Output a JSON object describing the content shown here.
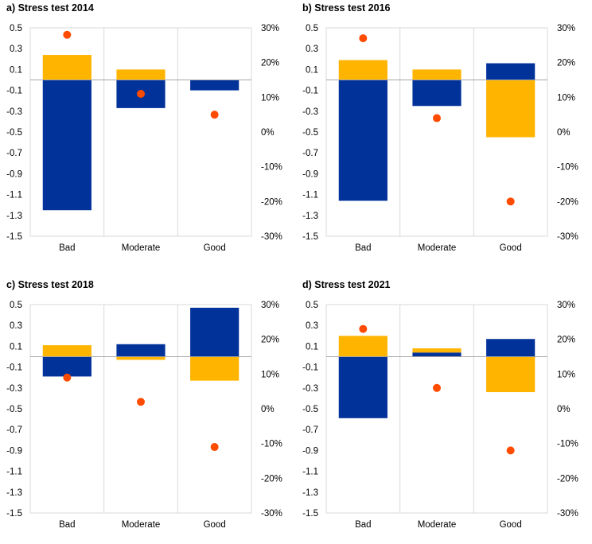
{
  "colors": {
    "blue": "#003299",
    "yellow": "#FFB400",
    "dot": "#FF4B00",
    "grid": "#d9d9d9",
    "zero": "#a6a6a6"
  },
  "chart_data": [
    {
      "type": "bar",
      "title": "a) Stress test 2014",
      "categories": [
        "Bad",
        "Moderate",
        "Good"
      ],
      "left_ticks": [
        "0.5",
        "0.3",
        "0.1",
        "-0.1",
        "-0.3",
        "-0.5",
        "-0.7",
        "-0.9",
        "-1.1",
        "-1.3",
        "-1.5"
      ],
      "right_ticks": [
        "30%",
        "20%",
        "10%",
        "0%",
        "-10%",
        "-20%",
        "-30%"
      ],
      "ylim": [
        -1.5,
        0.5
      ],
      "y2lim": [
        -30,
        30
      ],
      "series": [
        {
          "color": "blue",
          "values": [
            -1.25,
            -0.27,
            -0.1
          ]
        },
        {
          "color": "yellow",
          "values": [
            0.24,
            0.1,
            0.0
          ]
        }
      ],
      "dots": [
        28,
        11,
        5
      ]
    },
    {
      "type": "bar",
      "title": "b) Stress test 2016",
      "categories": [
        "Bad",
        "Moderate",
        "Good"
      ],
      "left_ticks": [
        "0.5",
        "0.3",
        "0.1",
        "-0.1",
        "-0.3",
        "-0.5",
        "-0.7",
        "-0.9",
        "-1.1",
        "-1.3",
        "-1.5"
      ],
      "right_ticks": [
        "30%",
        "20%",
        "10%",
        "0%",
        "-10%",
        "-20%",
        "-30%"
      ],
      "ylim": [
        -1.5,
        0.5
      ],
      "y2lim": [
        -30,
        30
      ],
      "series": [
        {
          "color": "blue",
          "values": [
            -1.16,
            -0.25,
            0.16
          ]
        },
        {
          "color": "yellow",
          "values": [
            0.19,
            0.1,
            -0.55
          ]
        }
      ],
      "dots": [
        27,
        4,
        -20
      ]
    },
    {
      "type": "bar",
      "title": "c) Stress test 2018",
      "categories": [
        "Bad",
        "Moderate",
        "Good"
      ],
      "left_ticks": [
        "0.5",
        "0.3",
        "0.1",
        "-0.1",
        "-0.3",
        "-0.5",
        "-0.7",
        "-0.9",
        "-1.1",
        "-1.3",
        "-1.5"
      ],
      "right_ticks": [
        "30%",
        "20%",
        "10%",
        "0%",
        "-10%",
        "-20%",
        "-30%"
      ],
      "ylim": [
        -1.5,
        0.5
      ],
      "y2lim": [
        -30,
        30
      ],
      "series": [
        {
          "color": "blue",
          "values": [
            -0.19,
            0.12,
            0.47
          ]
        },
        {
          "color": "yellow",
          "values": [
            0.11,
            -0.03,
            -0.23
          ]
        }
      ],
      "dots": [
        9,
        2,
        -11
      ]
    },
    {
      "type": "bar",
      "title": "d) Stress test 2021",
      "categories": [
        "Bad",
        "Moderate",
        "Good"
      ],
      "left_ticks": [
        "0.5",
        "0.3",
        "0.1",
        "-0.1",
        "-0.3",
        "-0.5",
        "-0.7",
        "-0.9",
        "-1.1",
        "-1.3",
        "-1.5"
      ],
      "right_ticks": [
        "30%",
        "20%",
        "10%",
        "0%",
        "-10%",
        "-20%",
        "-30%"
      ],
      "ylim": [
        -1.5,
        0.5
      ],
      "y2lim": [
        -30,
        30
      ],
      "series": [
        {
          "color": "blue",
          "values": [
            -0.59,
            0.04,
            0.17
          ]
        },
        {
          "color": "yellow",
          "values": [
            0.2,
            0.04,
            -0.34
          ]
        }
      ],
      "dots": [
        23,
        6,
        -12
      ]
    }
  ]
}
